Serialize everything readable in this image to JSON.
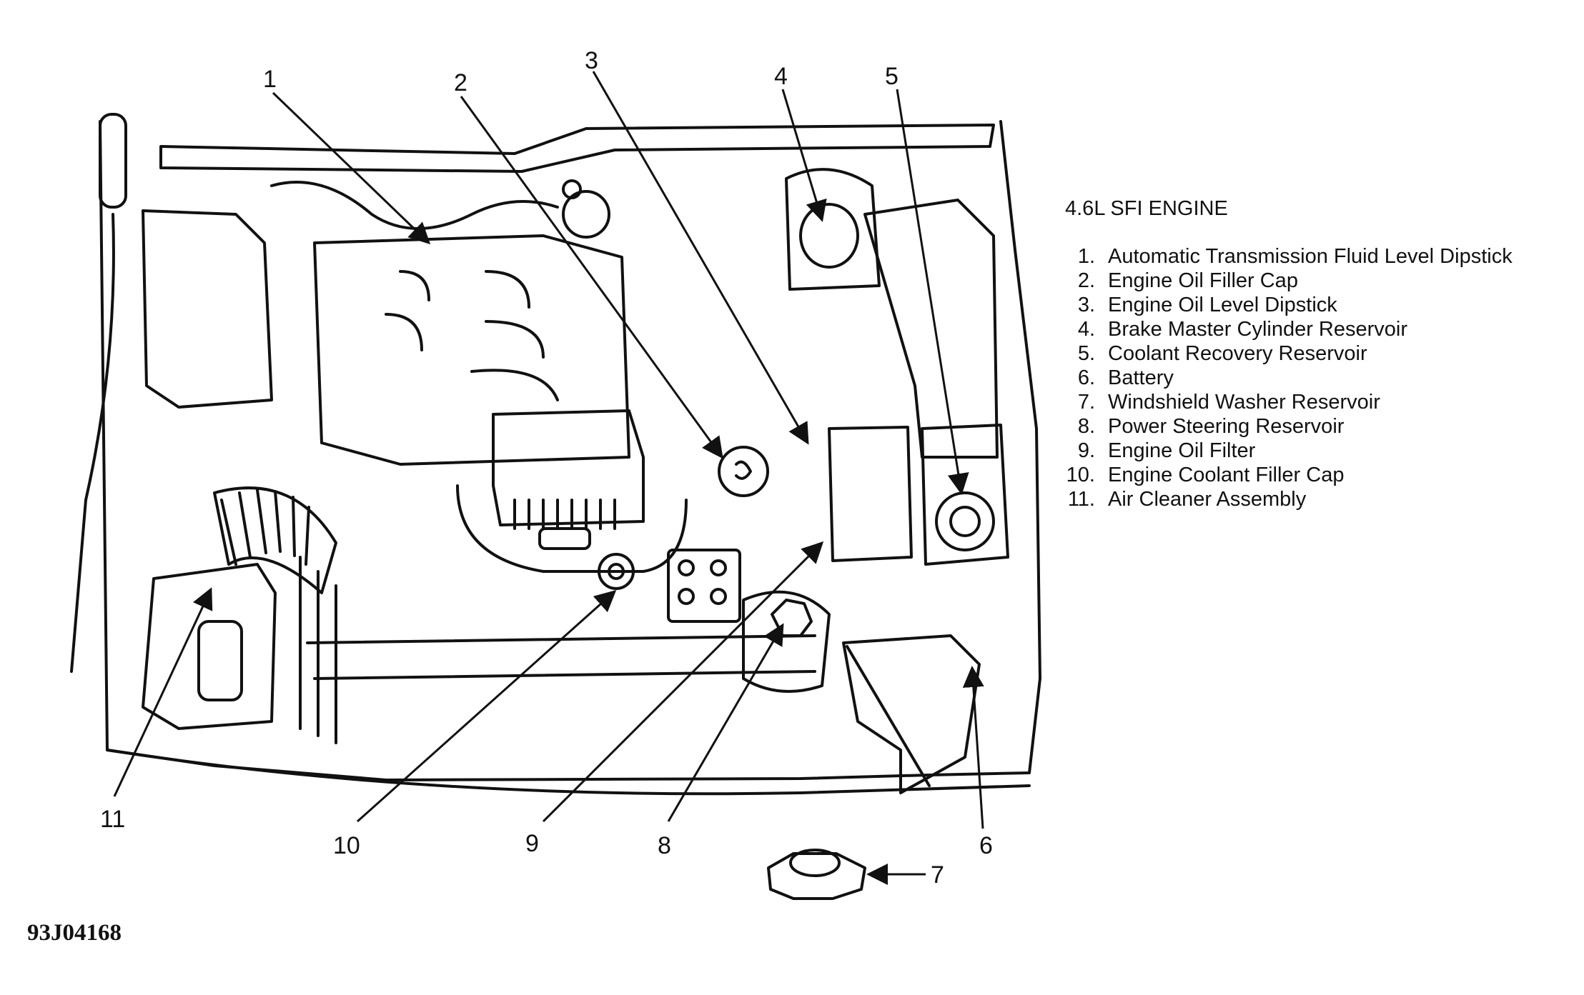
{
  "legend": {
    "title": "4.6L SFI ENGINE",
    "items": [
      {
        "num": "1.",
        "label": "Automatic Transmission Fluid Level Dipstick"
      },
      {
        "num": "2.",
        "label": "Engine Oil Filler Cap"
      },
      {
        "num": "3.",
        "label": "Engine Oil Level Dipstick"
      },
      {
        "num": "4.",
        "label": "Brake Master Cylinder Reservoir"
      },
      {
        "num": "5.",
        "label": "Coolant Recovery Reservoir"
      },
      {
        "num": "6.",
        "label": "Battery"
      },
      {
        "num": "7.",
        "label": "Windshield Washer Reservoir"
      },
      {
        "num": "8.",
        "label": "Power Steering Reservoir"
      },
      {
        "num": "9.",
        "label": "Engine Oil Filter"
      },
      {
        "num": "10.",
        "label": "Engine Coolant Filler Cap"
      },
      {
        "num": "11.",
        "label": "Air Cleaner Assembly"
      }
    ]
  },
  "callouts": [
    "1",
    "2",
    "3",
    "4",
    "5",
    "6",
    "7",
    "8",
    "9",
    "10",
    "11"
  ],
  "figure_code": "93J04168",
  "colors": {
    "ink": "#111111",
    "background": "#ffffff"
  }
}
